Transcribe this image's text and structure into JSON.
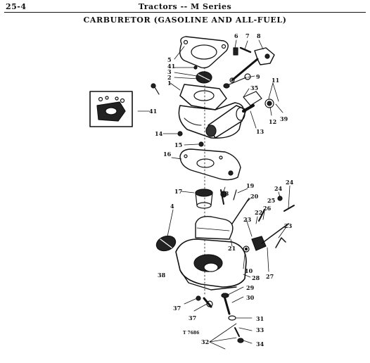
{
  "header": {
    "page_number": "25-4",
    "series": "Tractors -- M Series",
    "title": "CARBURETOR (GASOLINE AND ALL-FUEL)"
  },
  "figure": {
    "id_text": "T 7686",
    "callouts": [
      "1",
      "2",
      "3",
      "4",
      "5",
      "6",
      "7",
      "8",
      "9",
      "10",
      "11",
      "12",
      "13",
      "14",
      "15",
      "16",
      "17",
      "18",
      "19",
      "20",
      "21",
      "22",
      "23",
      "24",
      "24",
      "25",
      "26",
      "27",
      "28",
      "29",
      "30",
      "31",
      "32",
      "33",
      "34",
      "35",
      "36",
      "37",
      "38",
      "39",
      "40",
      "41",
      "4"
    ]
  }
}
